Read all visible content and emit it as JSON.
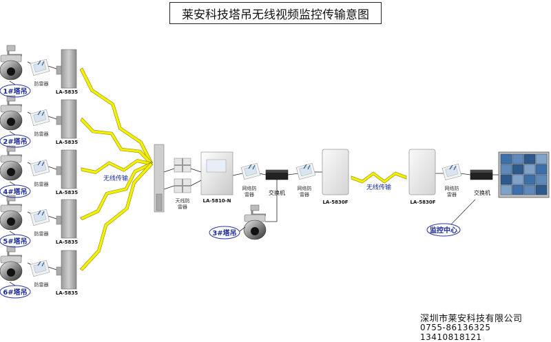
{
  "title": "莱安科技塔吊无线视频监控传输意图",
  "cranes": [
    {
      "label": "1#塔吊",
      "arrester": "防雷器",
      "radio": "LA-5835"
    },
    {
      "label": "2#塔吊",
      "arrester": "防雷器",
      "radio": "LA-5835"
    },
    {
      "label": "4#塔吊",
      "arrester": "防雷器",
      "radio": "LA-5835"
    },
    {
      "label": "5#塔吊",
      "arrester": "防雷器",
      "radio": "LA-5835"
    },
    {
      "label": "6#塔吊",
      "arrester": "防雷器",
      "radio": "LA-5835"
    }
  ],
  "wireless_label_left": "无线传输",
  "base": {
    "antenna_arrester": "天线防雷器",
    "unit": "LA-5810-N",
    "net_arrester_1": "网络防雷器",
    "switch_1": "交换机",
    "crane3": "3#塔吊",
    "net_arrester_2": "网络防雷器",
    "bridge_1": "LA-5830F"
  },
  "wireless_label_right": "无线传输",
  "center": {
    "bridge_2": "LA-5830F",
    "net_arrester_3": "网络防雷器",
    "switch_2": "交换机",
    "label": "监控中心"
  },
  "footer": {
    "company": "深圳市莱安科技有限公司",
    "phones": "0755-86136325  13410818121"
  },
  "colors": {
    "bolt": "#f4f000",
    "bolt_edge": "#8a8a00",
    "label": "#1a2a9a",
    "ellipse": "#2a3aa0"
  }
}
